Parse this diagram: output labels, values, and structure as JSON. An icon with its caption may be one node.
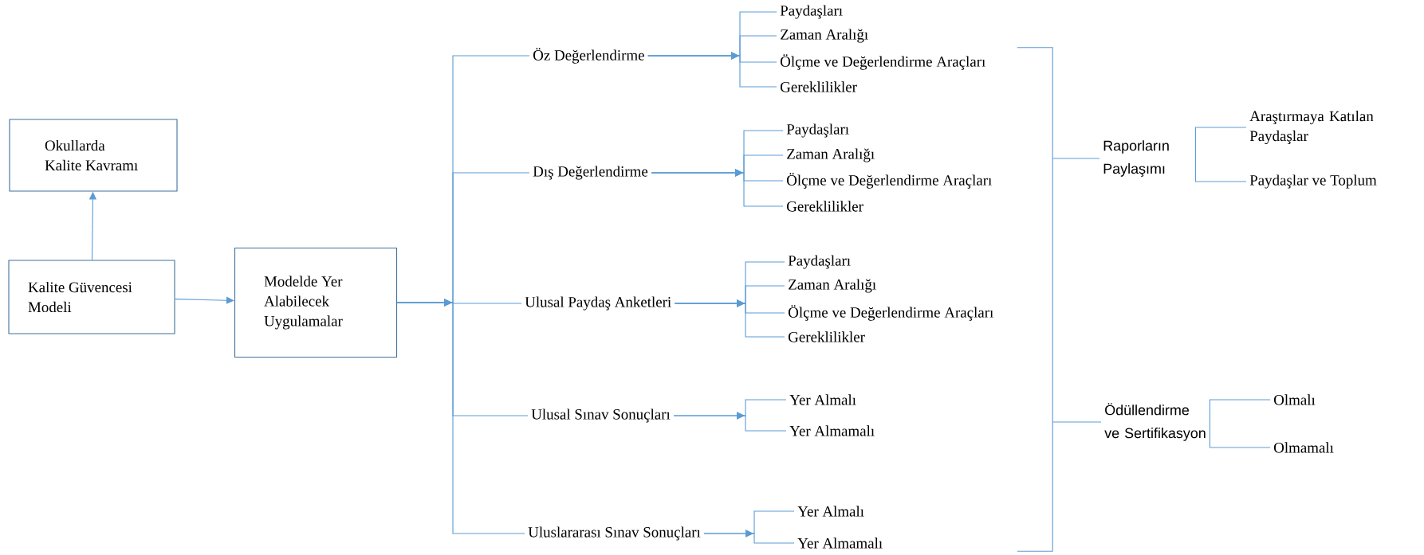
{
  "diagram": {
    "nodes": [
      {
        "text": [
          "Okullarda Kalite Kavramı"
        ]
      },
      {
        "text": [
          "Kalite Güvencesi Modeli"
        ]
      },
      {
        "text": [
          "Modelde Yer Alabilecek Uygulamalar"
        ]
      },
      {
        "text": [
          "Öz Değerlendirme"
        ]
      },
      {
        "text": [
          "Dış Değerlendirme"
        ]
      },
      {
        "text": [
          "Ulusal Paydaş Anketleri"
        ]
      },
      {
        "text": [
          "Ulusal Sınav Sonuçları"
        ]
      },
      {
        "text": [
          "Uluslararası Sınav Sonuçları"
        ]
      },
      {
        "text": [
          "Paydaşları"
        ]
      },
      {
        "text": [
          "Zaman Aralığı"
        ]
      },
      {
        "text": [
          "Ölçme ve Değerlendirme Araçları"
        ]
      },
      {
        "text": [
          "Gereklilikler"
        ]
      },
      {
        "text": [
          "Paydaşları"
        ]
      },
      {
        "text": [
          "Zaman Aralığı"
        ]
      },
      {
        "text": [
          "Ölçme ve Değerlendirme Araçları"
        ]
      },
      {
        "text": [
          "Gereklilikler"
        ]
      },
      {
        "text": [
          "Paydaşları"
        ]
      },
      {
        "text": [
          "Zaman Aralığı"
        ]
      },
      {
        "text": [
          "Ölçme ve Değerlendirme Araçları"
        ]
      },
      {
        "text": [
          "Gereklilikler"
        ]
      },
      {
        "text": [
          "Yer Almalı"
        ]
      },
      {
        "text": [
          "Yer Almamalı"
        ]
      },
      {
        "text": [
          "Yer Almalı"
        ]
      },
      {
        "text": [
          "Yer Almamalı"
        ]
      },
      {
        "text": [
          "Raporların Paylaşımı"
        ]
      },
      {
        "text": [
          "Ödüllendirme ve Sertifikasyon"
        ]
      },
      {
        "text": [
          "Araştırmaya Katılan Paydaşlar"
        ]
      },
      {
        "text": [
          "Paydaşlar ve Toplum"
        ]
      },
      {
        "text": [
          "Olmalı"
        ]
      },
      {
        "text": [
          "Olmamalı"
        ]
      },
      {
        "text": [],
        "shape": "bracket"
      }
    ],
    "edges": [
      {
        "from": 1,
        "to": 0,
        "arrow": "to"
      },
      {
        "from": 1,
        "to": 2,
        "arrow": "to"
      },
      {
        "from": 2,
        "to": 3,
        "arrow": "to"
      },
      {
        "from": 2,
        "to": 4,
        "arrow": "to"
      },
      {
        "from": 2,
        "to": 5,
        "arrow": "to"
      },
      {
        "from": 2,
        "to": 6,
        "arrow": "to"
      },
      {
        "from": 2,
        "to": 7,
        "arrow": "to"
      },
      {
        "from": 3,
        "to": 8,
        "arrow": "to"
      },
      {
        "from": 3,
        "to": 9,
        "arrow": "to"
      },
      {
        "from": 3,
        "to": 10,
        "arrow": "to"
      },
      {
        "from": 3,
        "to": 11,
        "arrow": "to"
      },
      {
        "from": 4,
        "to": 12,
        "arrow": "to"
      },
      {
        "from": 4,
        "to": 13,
        "arrow": "to"
      },
      {
        "from": 4,
        "to": 14,
        "arrow": "to"
      },
      {
        "from": 4,
        "to": 15,
        "arrow": "to"
      },
      {
        "from": 5,
        "to": 16,
        "arrow": "to"
      },
      {
        "from": 5,
        "to": 17,
        "arrow": "to"
      },
      {
        "from": 5,
        "to": 18,
        "arrow": "to"
      },
      {
        "from": 5,
        "to": 19,
        "arrow": "to"
      },
      {
        "from": 6,
        "to": 20,
        "arrow": "to"
      },
      {
        "from": 6,
        "to": 21,
        "arrow": "to"
      },
      {
        "from": 7,
        "to": 22,
        "arrow": "to"
      },
      {
        "from": 7,
        "to": 23,
        "arrow": "to"
      },
      {
        "from": 30,
        "to": 24,
        "arrow": "none"
      },
      {
        "from": 30,
        "to": 25,
        "arrow": "none"
      },
      {
        "from": 24,
        "to": 26,
        "arrow": "none"
      },
      {
        "from": 24,
        "to": 27,
        "arrow": "none"
      },
      {
        "from": 25,
        "to": 28,
        "arrow": "none"
      },
      {
        "from": 25,
        "to": 29,
        "arrow": "none"
      }
    ]
  }
}
